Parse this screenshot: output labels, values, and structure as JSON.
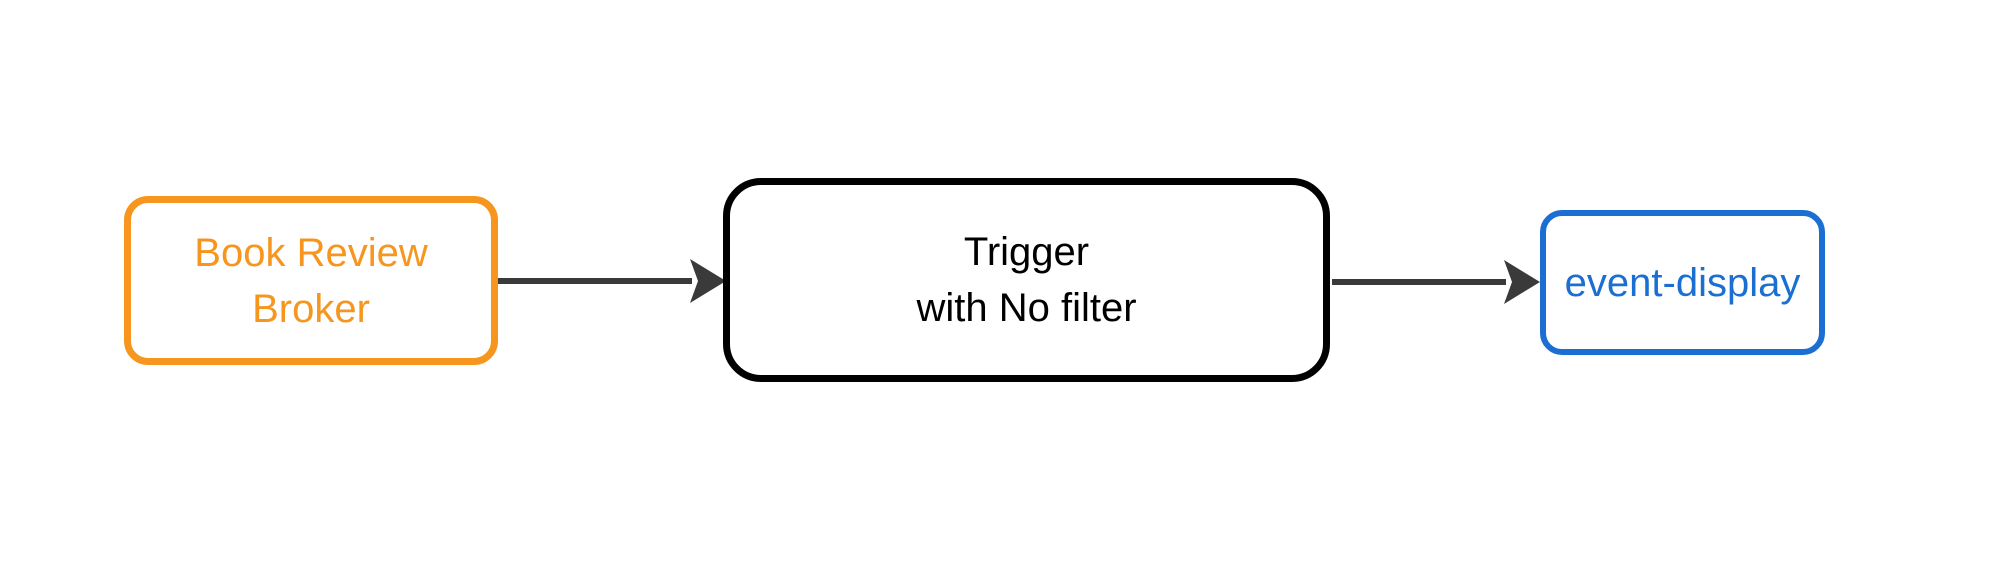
{
  "diagram": {
    "background_color": "#FFFFFF",
    "nodes": [
      {
        "id": "book-review-broker",
        "label": "Book Review\nBroker",
        "border_color": "#F6961E",
        "text_color": "#F6961E"
      },
      {
        "id": "trigger",
        "label": "Trigger\nwith No filter",
        "border_color": "#000000",
        "text_color": "#000000"
      },
      {
        "id": "event-display",
        "label": "event-display",
        "border_color": "#1B6FD2",
        "text_color": "#1B6FD2"
      }
    ],
    "edges": [
      {
        "from": "book-review-broker",
        "to": "trigger",
        "color": "#3A3A3A"
      },
      {
        "from": "trigger",
        "to": "event-display",
        "color": "#3A3A3A"
      }
    ]
  }
}
